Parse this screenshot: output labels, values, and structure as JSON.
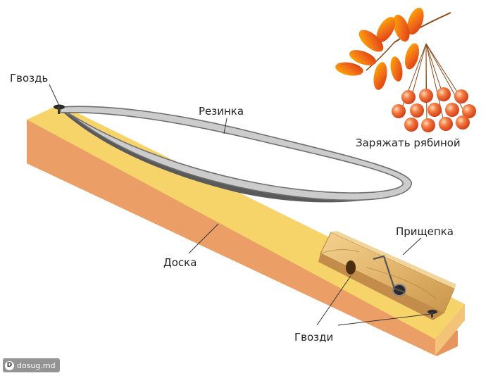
{
  "labels": {
    "nail": "Гвоздь",
    "rubber": "Резинка",
    "board": "Доска",
    "clothespin": "Прищепка",
    "nails": "Гвозди",
    "load": "Заряжать рябиной"
  },
  "watermark": {
    "logo": "D",
    "text": "dosug.md"
  },
  "colors": {
    "board_top": "#f7d46a",
    "board_side": "#f0b56c",
    "board_front": "#e79560",
    "rubber": "#c8c8c8",
    "clothespin": "#e8c07a",
    "berry": "#ee5a2e",
    "leaf": "#ec5a1e"
  }
}
